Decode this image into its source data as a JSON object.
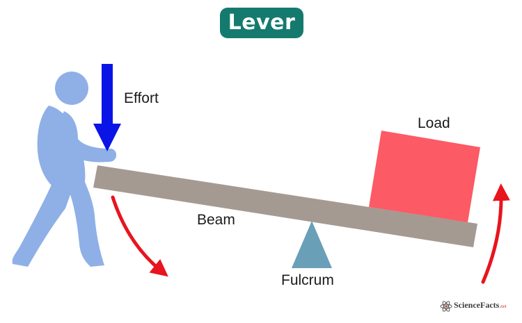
{
  "title": "Lever",
  "labels": {
    "effort": "Effort",
    "load": "Load",
    "beam": "Beam",
    "fulcrum": "Fulcrum"
  },
  "watermark": {
    "brand": "ScienceFacts",
    "suffix": ".net"
  },
  "colors": {
    "title_background": "#157a6e",
    "person": "#8fb0e6",
    "effort_arrow": "#0a14e6",
    "beam": "#a59a92",
    "load_block": "#fc5a65",
    "fulcrum": "#6a9fb8",
    "motion_arrows": "#e8141e"
  },
  "icons": {
    "effort_arrow": "down-arrow-icon",
    "motion_down": "curved-arrow-down-icon",
    "motion_up": "curved-arrow-up-icon",
    "watermark_logo": "atom-icon"
  }
}
